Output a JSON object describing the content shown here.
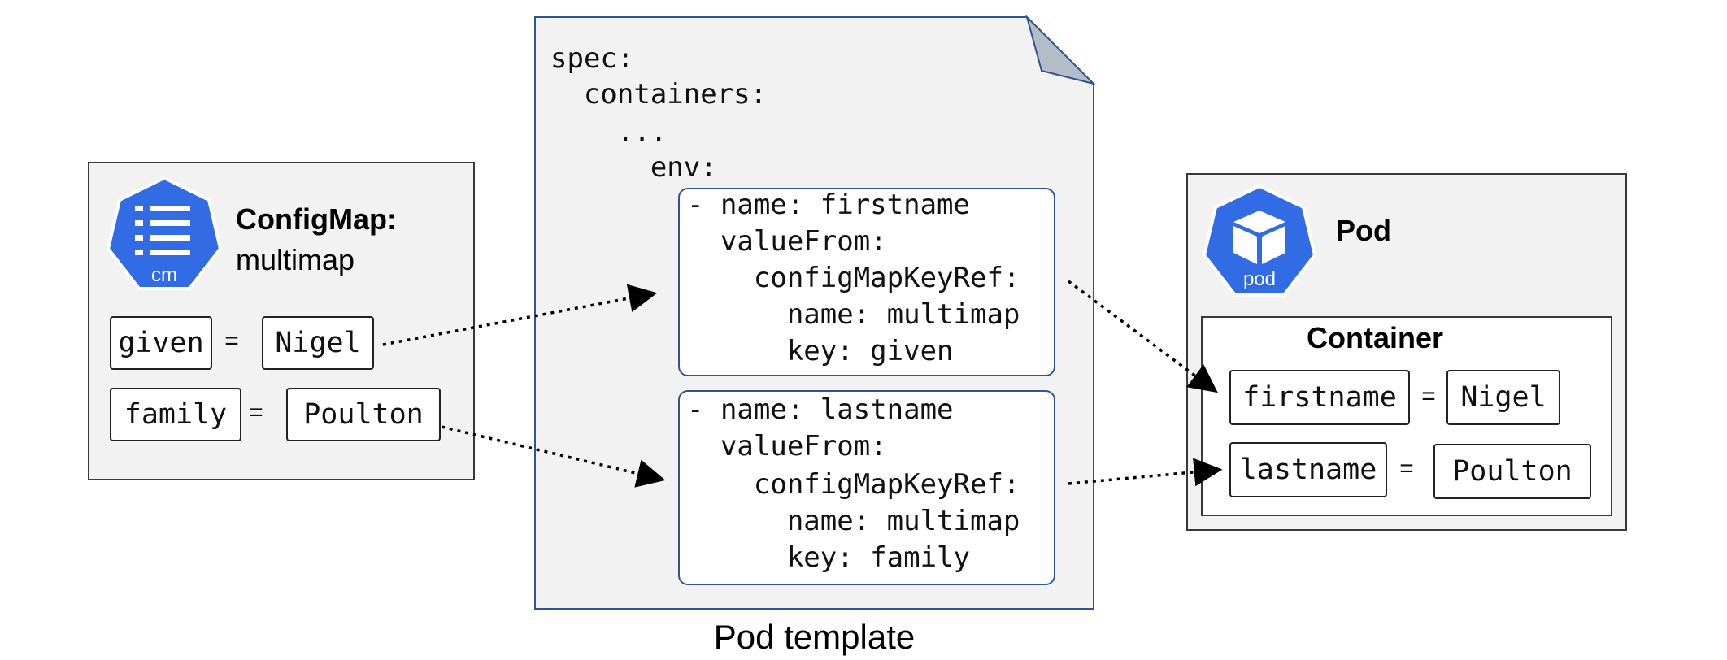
{
  "configmap": {
    "icon_label": "cm",
    "title": "ConfigMap:",
    "name": "multimap",
    "entries": [
      {
        "key": "given",
        "value": "Nigel"
      },
      {
        "key": "family",
        "value": "Poulton"
      }
    ]
  },
  "template": {
    "caption": "Pod template",
    "lines": [
      "spec:",
      "  containers:",
      "    ...",
      "      env:"
    ],
    "env_blocks": [
      [
        "- name: firstname",
        "  valueFrom:",
        "    configMapKeyRef:",
        "      name: multimap",
        "      key: given"
      ],
      [
        "- name: lastname",
        "  valueFrom:",
        "    configMapKeyRef:",
        "      name: multimap",
        "      key: family"
      ]
    ]
  },
  "pod": {
    "icon_label": "pod",
    "title": "Pod",
    "container_title": "Container",
    "env": [
      {
        "name": "firstname",
        "value": "Nigel"
      },
      {
        "name": "lastname",
        "value": "Poulton"
      }
    ]
  },
  "equals": "=",
  "colors": {
    "k8s_blue": "#326ce5",
    "panel_fill": "#f2f2f2",
    "template_border": "#2f5597",
    "fold": "#b4bcc8"
  }
}
